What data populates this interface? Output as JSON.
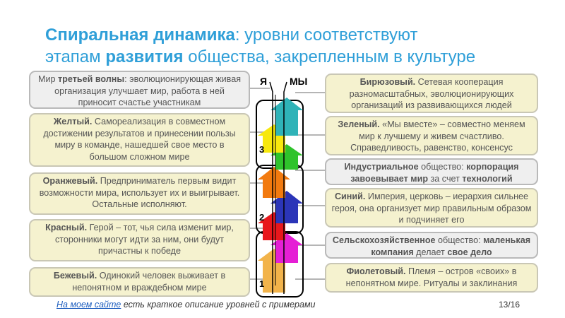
{
  "title": {
    "l1_bold": "Спиральная динамика",
    "l1_rest": ": уровни соответствуют",
    "l2_a": "этапам ",
    "l2_bold": "развития",
    "l2_rest": " общества, закрепленным в культуре"
  },
  "columns": {
    "me": "Я",
    "we": "МЫ"
  },
  "levels": {
    "one": "1",
    "two": "2",
    "three": "3"
  },
  "left": {
    "wave3": {
      "pre": "Мир ",
      "bold": "третьей волны",
      "text": ": эволюционирующая живая организация улучшает мир, работа в ней приносит счастье участникам"
    },
    "yellow": {
      "bold": "Желтый.",
      "text": " Самореализация в совместном достижении результатов и принесении пользы миру в команде, нашедшей свое место в большом сложном мире"
    },
    "orange": {
      "bold": "Оранжевый.",
      "text": " Предприниматель первым видит возможности мира, использует их и выигрывает. Остальные исполняют."
    },
    "red": {
      "bold": "Красный.",
      "text": " Герой – тот, чья сила изменит мир, сторонники могут идти за ним, они будут причастны к победе"
    },
    "beige": {
      "bold": "Бежевый.",
      "text": " Одинокий человек выживает в непонятном и враждебном мире"
    }
  },
  "right": {
    "turquoise": {
      "bold": "Бирюзовый.",
      "text": " Сетевая кооперация разномасштабных, эволюционирующих организаций из развивающихся людей"
    },
    "green": {
      "bold": "Зеленый.",
      "text": " «Мы вместе» – совместно меняем мир к лучшему и живем счастливо. Справедливость, равенство, консенсус"
    },
    "industrial": {
      "bold": "Индустриальное",
      "text1": " общество: ",
      "bold2": "корпорация завоевывает мир",
      "text2": " за счет ",
      "bold3": "технологий"
    },
    "blue": {
      "bold": "Синий.",
      "text": " Империя, церковь – иерархия сильнее героя, она организует мир правильным образом и подчиняет его"
    },
    "agri": {
      "bold": "Сельскохозяйственное",
      "text1": " общество: ",
      "bold2": "маленькая компания",
      "text2": " делает ",
      "bold3": "свое дело"
    },
    "purple": {
      "bold": "Фиолетовый.",
      "text": " Племя – остров «своих» в непонятном мире. Ритуалы и заклинания"
    }
  },
  "footer": {
    "link": "На моем сайте",
    "rest": " есть краткое описание уровней с примерами"
  },
  "page": "13/16",
  "colors": {
    "title": "#2f9fd8",
    "beige": "#f2b34a",
    "purple": "#e51fd5",
    "red": "#e8171c",
    "blue": "#2b35b8",
    "orange": "#f27a0f",
    "green": "#2fc32b",
    "yellow": "#f7e80e",
    "turquoise": "#2fb3b8"
  }
}
